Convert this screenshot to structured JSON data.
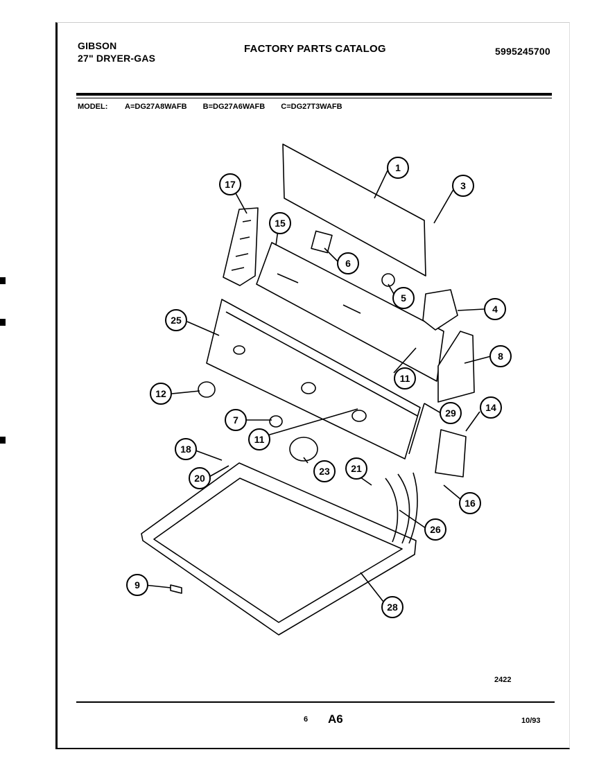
{
  "header": {
    "brand": "GIBSON",
    "product": "27\" DRYER-GAS",
    "catalog_title": "FACTORY PARTS CATALOG",
    "part_number": "5995245700"
  },
  "models": {
    "label": "MODEL:",
    "items": [
      "A=DG27A8WAFB",
      "B=DG27A6WAFB",
      "C=DG27T3WAFB"
    ]
  },
  "callouts": [
    "1",
    "3",
    "17",
    "15",
    "6",
    "5",
    "4",
    "25",
    "8",
    "11",
    "12",
    "29",
    "7",
    "11",
    "14",
    "18",
    "23",
    "21",
    "20",
    "16",
    "26",
    "9",
    "28"
  ],
  "footer": {
    "diagram_number": "2422",
    "page_number": "6",
    "section": "A6",
    "date": "10/93"
  }
}
